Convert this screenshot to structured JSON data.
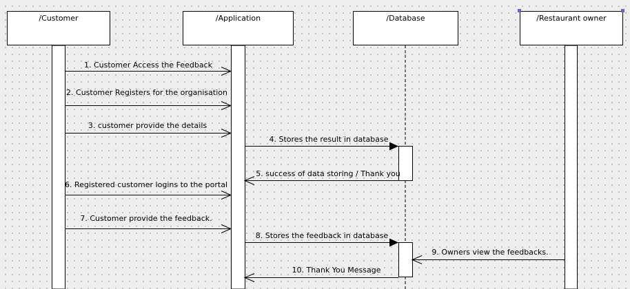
{
  "diagram": {
    "lifelines": [
      {
        "name": "/Customer"
      },
      {
        "name": "/Application"
      },
      {
        "name": "/Database"
      },
      {
        "name": "/Restaurant owner"
      }
    ],
    "messages": [
      {
        "label": "1. Customer Access the Feedback",
        "from": 0,
        "to": 1,
        "kind": "open"
      },
      {
        "label": "2. Customer Registers for the organisation",
        "from": 0,
        "to": 1,
        "kind": "open"
      },
      {
        "label": "3. customer provide the details",
        "from": 0,
        "to": 1,
        "kind": "open"
      },
      {
        "label": "4. Stores the result in database",
        "from": 1,
        "to": 2,
        "kind": "filled"
      },
      {
        "label": "5. success of data storing / Thank you",
        "from": 2,
        "to": 1,
        "kind": "open"
      },
      {
        "label": "6. Registered customer logins to the portal",
        "from": 0,
        "to": 1,
        "kind": "open"
      },
      {
        "label": "7. Customer provide the feedback.",
        "from": 0,
        "to": 1,
        "kind": "open"
      },
      {
        "label": "8. Stores the feedback in database",
        "from": 1,
        "to": 2,
        "kind": "filled"
      },
      {
        "label": "9. Owners view the feedbacks.",
        "from": 3,
        "to": 2,
        "kind": "open"
      },
      {
        "label": "10. Thank You Message",
        "from": 2,
        "to": 1,
        "kind": "open"
      }
    ],
    "colors": {
      "line": "#000000",
      "box": "#ffffff",
      "selection": "#6a63c8"
    }
  }
}
